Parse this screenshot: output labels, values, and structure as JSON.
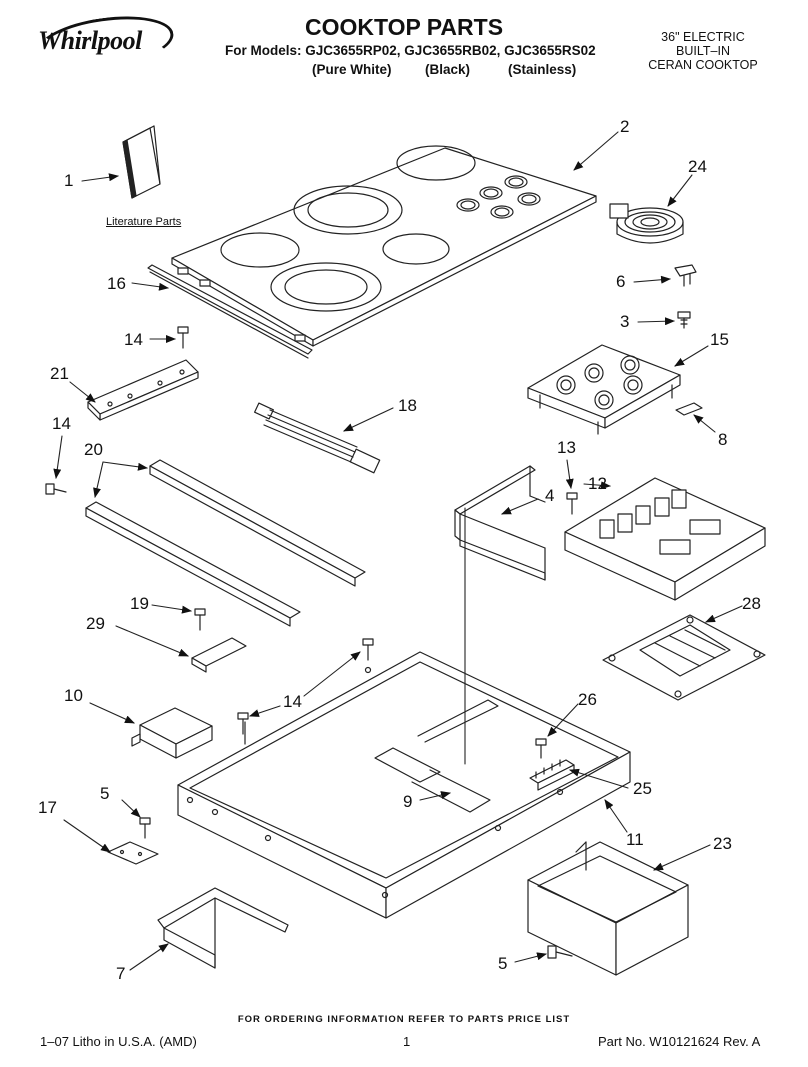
{
  "header": {
    "brand": "Whirlpool",
    "title": "COOKTOP PARTS",
    "models_line": "For Models: GJC3655RP02, GJC3655RB02, GJC3655RS02",
    "variants": [
      "(Pure White)",
      "(Black)",
      "(Stainless)"
    ],
    "product_lines": [
      "36\" ELECTRIC",
      "BUILT–IN",
      "CERAN COOKTOP"
    ]
  },
  "labels": {
    "literature": "Literature Parts"
  },
  "callouts": {
    "c1": "1",
    "c2": "2",
    "c24": "24",
    "c16": "16",
    "c6": "6",
    "c3": "3",
    "c14a": "14",
    "c15": "15",
    "c21": "21",
    "c18": "18",
    "c14b": "14",
    "c8": "8",
    "c20": "20",
    "c13": "13",
    "c12": "12",
    "c4": "4",
    "c19": "19",
    "c28": "28",
    "c29": "29",
    "c10": "10",
    "c14c": "14",
    "c26": "26",
    "c5a": "5",
    "c25": "25",
    "c9": "9",
    "c17": "17",
    "c11": "11",
    "c23": "23",
    "c7": "7",
    "c5b": "5"
  },
  "footer": {
    "note": "FOR ORDERING INFORMATION REFER TO PARTS PRICE LIST",
    "left": "1–07 Litho in U.S.A. (AMD)",
    "page": "1",
    "right": "Part No. W10121624 Rev. A"
  }
}
